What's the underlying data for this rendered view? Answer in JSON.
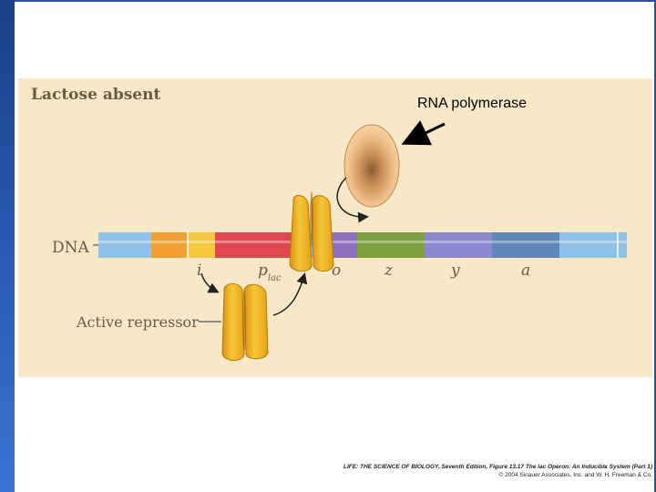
{
  "panel": {
    "title": "Lactose absent"
  },
  "labels": {
    "rna_polymerase": "RNA polymerase",
    "dna": "DNA",
    "active_repressor": "Active repressor"
  },
  "genes": {
    "i": "i",
    "p": "p",
    "p_sub": "lac",
    "o": "o",
    "z": "z",
    "y": "y",
    "a": "a"
  },
  "credit": {
    "line1": "LIFE: THE SCIENCE OF BIOLOGY, Seventh Edition, Figure 13.17 The lac Operon: An Inducible System (Part 1)",
    "line2": "© 2004 Sinauer Associates, Inc. and W. H. Freeman & Co."
  },
  "colors": {
    "panel_bg": "#f7e8c8",
    "dna_blue": "#8fc0e8",
    "dna_orange": "#f0a030",
    "dna_yellow": "#f6c840",
    "dna_red": "#e04850",
    "dna_purple": "#9070c0",
    "dna_green": "#7aa040",
    "dna_violet": "#8c88d0",
    "dna_teal": "#5f88b8",
    "repressor_yellow": "#f2b21c",
    "polymerase_tan": "#f0c08a"
  }
}
